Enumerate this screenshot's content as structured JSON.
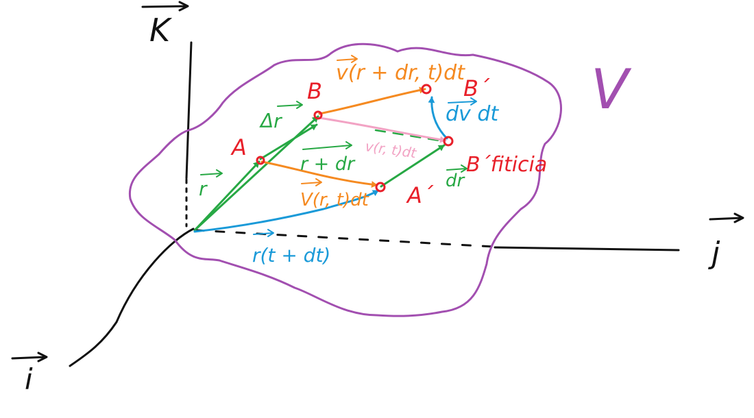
{
  "colors": {
    "axis": "#111111",
    "region": "#a24fb0",
    "point": "#e8202a",
    "position": "#27a844",
    "velocity": "#f58a21",
    "displacement": "#1a9ad8",
    "fictitious": "#f2a3c4"
  },
  "axes": {
    "k_label": "K",
    "i_label": "i",
    "j_label": "j"
  },
  "region_label": "V",
  "points": {
    "A": "A",
    "B": "B",
    "A_prime": "A´",
    "B_prime": "B´",
    "B_fictitious": "B´fiticia"
  },
  "vectors": {
    "r": "r",
    "delta_r": "Δr",
    "r_plus_dr": "r + dr",
    "dr": "dr",
    "r_t_dt": "r(t + dt)",
    "v_A_dt": "V(r, t)dt",
    "v_B_dt": "v(r + dr, t)dt",
    "v_fictitious_dt": "v(r, t)dt",
    "dv_dt": "dv dt"
  }
}
